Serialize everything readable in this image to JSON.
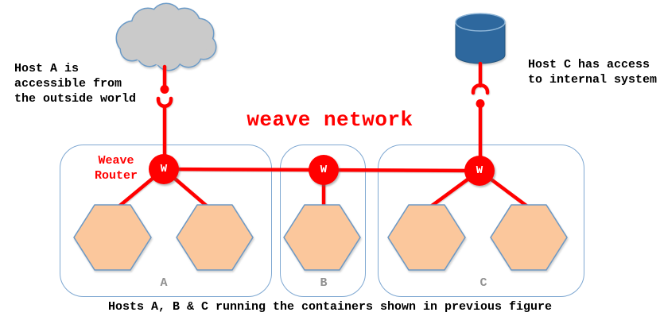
{
  "title": "weave network",
  "caption": "Hosts A, B & C running the containers shown in previous figure",
  "notes": {
    "left": {
      "line1": "Host A is",
      "line2": "accessible from",
      "line3": "the outside world"
    },
    "right": {
      "line1": "Host C has access",
      "line2": "to internal system"
    }
  },
  "router": {
    "label_line1": "Weave",
    "label_line2": "Router",
    "symbol": "W"
  },
  "hosts": [
    {
      "label": "A",
      "containers": 2
    },
    {
      "label": "B",
      "containers": 1
    },
    {
      "label": "C",
      "containers": 2
    }
  ],
  "icons": {
    "cloud": "cloud-icon",
    "database": "database-icon",
    "router": "weave-router-icon",
    "container": "container-hexagon-icon",
    "connector": "ball-socket-connector-icon"
  },
  "colors": {
    "red": "#FF0000",
    "cloud_fill": "#CACACA",
    "cloud_stroke": "#6D9CC8",
    "cylinder_fill": "#2E689E",
    "cylinder_stroke": "#24557F",
    "cylinder_highlight": "#8FB6D8",
    "hex_fill": "#FBC79C",
    "hex_stroke": "#6E99C4",
    "host_border": "#7FA8D2",
    "host_label": "#919191",
    "text": "#000000"
  }
}
